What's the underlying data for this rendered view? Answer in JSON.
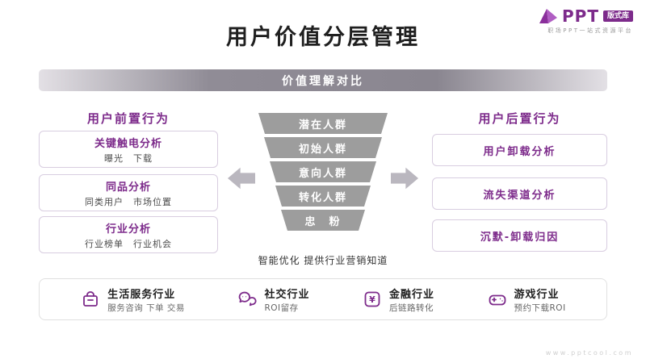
{
  "logo": {
    "brand": "PPT",
    "badge": "版式库",
    "tagline": "职场PPT一站式资源平台"
  },
  "title": "用户价值分层管理",
  "banner": "价值理解对比",
  "left": {
    "header": "用户前置行为",
    "items": [
      {
        "title": "关键触电分析",
        "subtitle": "曝光　下载"
      },
      {
        "title": "同品分析",
        "subtitle": "同类用户　市场位置"
      },
      {
        "title": "行业分析",
        "subtitle": "行业榜单　行业机会"
      }
    ]
  },
  "funnel": {
    "levels": [
      "潜在人群",
      "初始人群",
      "意向人群",
      "转化人群",
      "忠　粉"
    ],
    "caption": "智能优化 提供行业营销知道"
  },
  "right": {
    "header": "用户后置行为",
    "items": [
      {
        "title": "用户卸载分析"
      },
      {
        "title": "流失渠道分析"
      },
      {
        "title": "沉默-卸载归因"
      }
    ]
  },
  "industries": [
    {
      "icon": "shopping-bag-icon",
      "title": "生活服务行业",
      "subtitle": "服务咨询 下单 交易"
    },
    {
      "icon": "chat-bubbles-icon",
      "title": "社交行业",
      "subtitle": "ROI留存"
    },
    {
      "icon": "yuan-coin-icon",
      "title": "金融行业",
      "subtitle": "后链路转化"
    },
    {
      "icon": "game-controller-icon",
      "title": "游戏行业",
      "subtitle": "预约下载ROI"
    }
  ],
  "footer": "www.pptcool.com",
  "colors": {
    "purple": "#7d2b8b",
    "funnel_gray": "#9d9d9d"
  }
}
